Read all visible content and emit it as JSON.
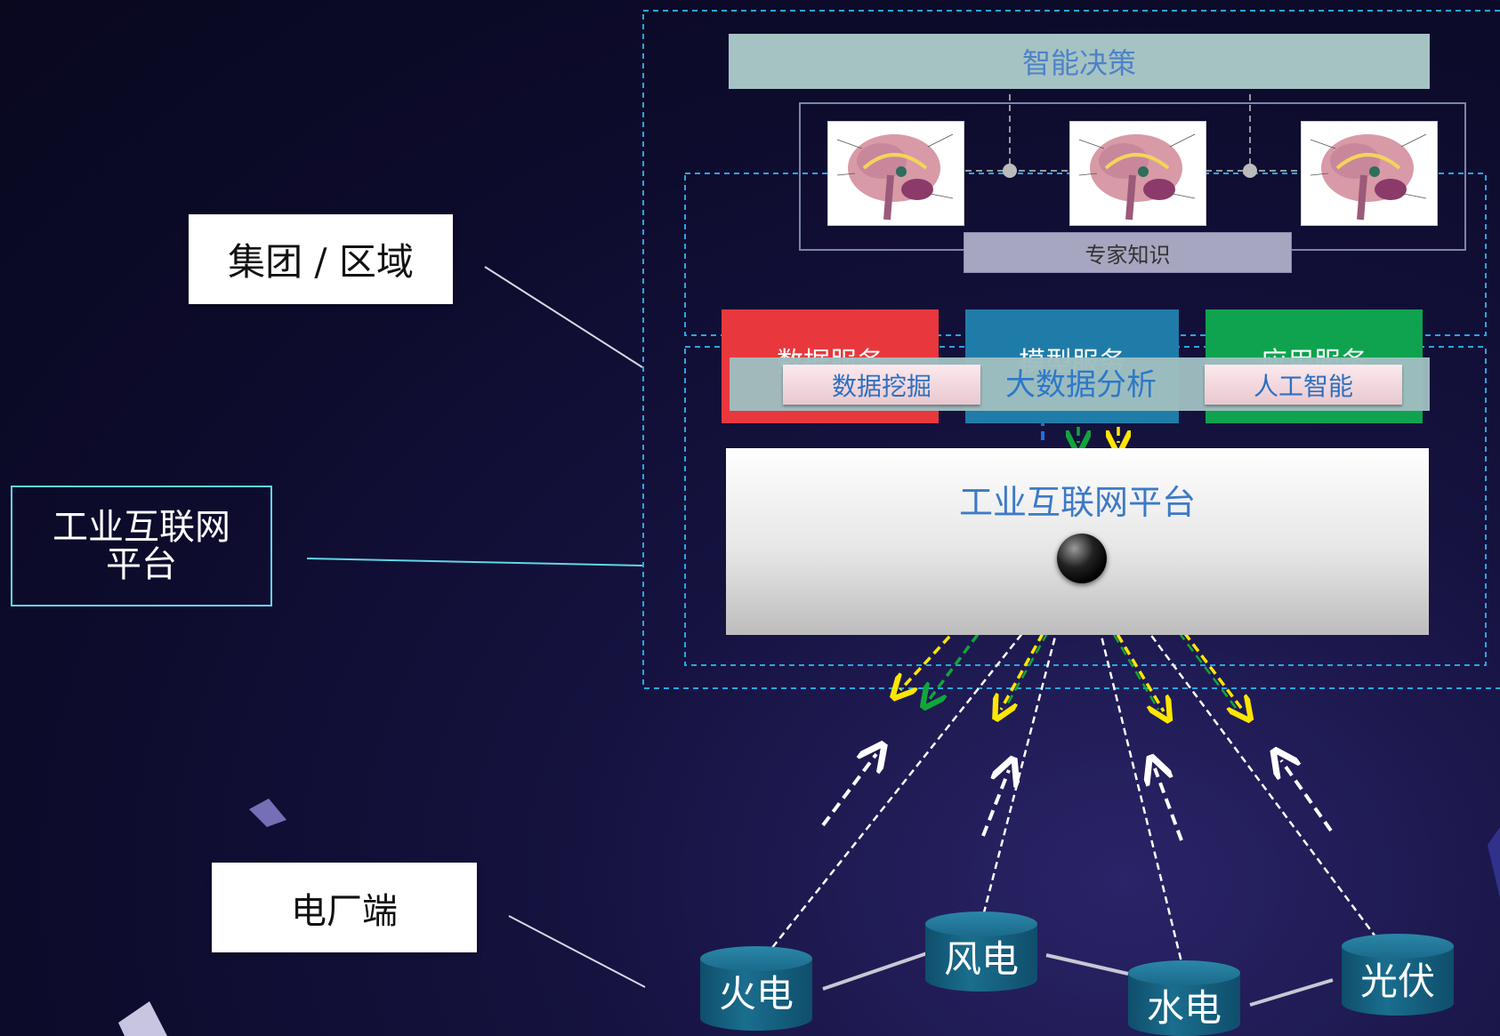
{
  "labels": {
    "group_region": "集团 / 区域",
    "platform_side": "工业互联网平台",
    "plant_side": "电厂端"
  },
  "decision": {
    "title": "智能决策",
    "expert": "专家知识"
  },
  "services": {
    "data": "数据服务",
    "model": "模型服务",
    "app": "应用服务"
  },
  "analysis": {
    "big_data": "大数据分析",
    "mining": "数据挖掘",
    "ai": "人工智能"
  },
  "platform": {
    "title": "工业互联网平台"
  },
  "plants": [
    {
      "name": "火电"
    },
    {
      "name": "风电"
    },
    {
      "name": "水电"
    },
    {
      "name": "光伏"
    }
  ],
  "colors": {
    "dashed_frame": "#2aa6e0",
    "data_service": "#e8383d",
    "model_service": "#1f7ca8",
    "app_service": "#0fa34f",
    "analysis_bar": "#9fbec0",
    "decision_bar": "#a6c3c3",
    "text_blue": "#2d78c8",
    "cylinder": "#17627f",
    "arrow_yellow": "#ffe600",
    "arrow_green": "#12a53a"
  },
  "icons": [
    "brain-diagram-icon",
    "hub-node-icon",
    "cylinder-icon"
  ]
}
